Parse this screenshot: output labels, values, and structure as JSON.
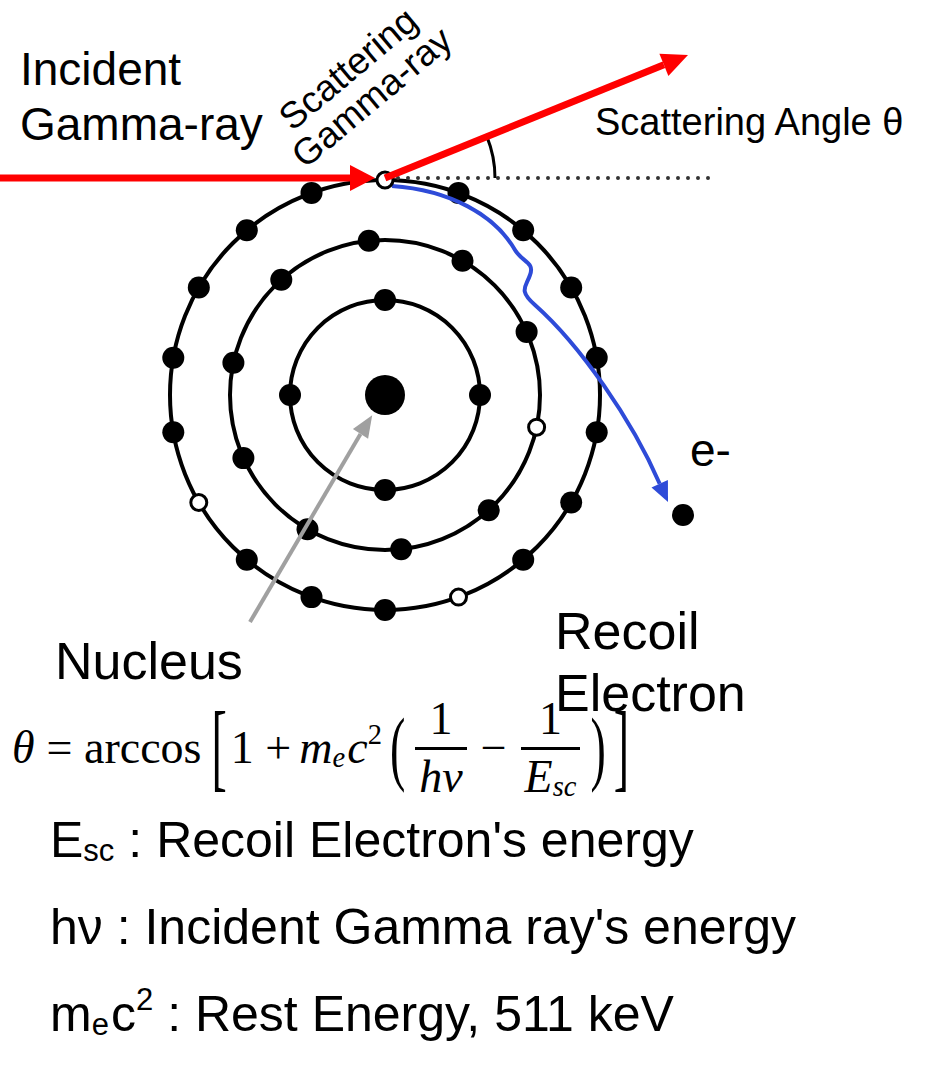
{
  "diagram": {
    "labels": [
      "Incident Gamma-ray",
      "Scattering Gamma-ray",
      "Scattering Angle θ",
      "e-",
      "Recoil Electron",
      "Nucleus",
      "θ",
      "= arccos",
      "[",
      "1 +",
      "m",
      "e",
      "c",
      "2",
      "(",
      "1",
      "hν",
      "−",
      "1",
      "E",
      "sc",
      ")",
      "]",
      "E",
      "sc",
      ": Recoil Electron's energy",
      "hν : Incident Gamma ray's energy",
      "m",
      "e",
      "c",
      "2",
      ": Rest Energy, 511 keV"
    ]
  }
}
